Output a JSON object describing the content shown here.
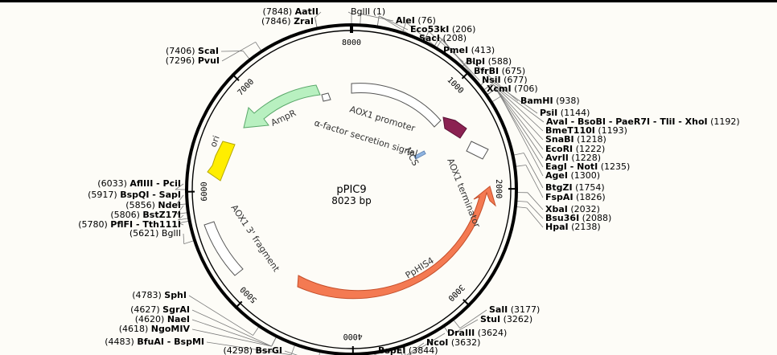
{
  "plasmid": {
    "name": "pPIC9",
    "size": "8023 bp"
  },
  "ticks": [
    "8000",
    "1000",
    "2000",
    "3000",
    "4000",
    "5000",
    "6000",
    "7000"
  ],
  "features": [
    {
      "label": "AOX1 promoter",
      "kind": "outline"
    },
    {
      "label": "α-factor secretion signal",
      "kind": "arrow",
      "color": "#8b2252"
    },
    {
      "label": "MCS",
      "kind": "box",
      "color": "#8fb4e0"
    },
    {
      "label": "AOX1 terminator",
      "kind": "outline"
    },
    {
      "label": "PpHIS4",
      "kind": "arrow",
      "color": "#f47a52"
    },
    {
      "label": "AOX1 3' fragment",
      "kind": "outline"
    },
    {
      "label": "ori",
      "kind": "arrow",
      "color": "#ffee00"
    },
    {
      "label": "AmpR",
      "kind": "arrow",
      "color": "#b8f0c0"
    }
  ],
  "sites_right": [
    {
      "name": "AatII",
      "pos": "(7848)"
    },
    {
      "name": "ZraI",
      "pos": "(7846)"
    },
    {
      "name": "BglII",
      "pos": "(1)"
    },
    {
      "name": "AleI",
      "pos": "(76)"
    },
    {
      "name": "Eco53kI",
      "pos": "(206)"
    },
    {
      "name": "SacI",
      "pos": "(208)"
    },
    {
      "name": "PmeI",
      "pos": "(413)"
    },
    {
      "name": "BlpI",
      "pos": "(588)"
    },
    {
      "name": "BfrBI",
      "pos": "(675)"
    },
    {
      "name": "NsiI",
      "pos": "(677)"
    },
    {
      "name": "XcmI",
      "pos": "(706)"
    },
    {
      "name": "BamHI",
      "pos": "(938)"
    },
    {
      "name": "PsiI",
      "pos": "(1144)"
    },
    {
      "name": "AvaI - BsoBI - PaeR7I - TliI - XhoI",
      "pos": "(1192)"
    },
    {
      "name": "BmeT110I",
      "pos": "(1193)"
    },
    {
      "name": "SnaBI",
      "pos": "(1218)"
    },
    {
      "name": "EcoRI",
      "pos": "(1222)"
    },
    {
      "name": "AvrII",
      "pos": "(1228)"
    },
    {
      "name": "EagI - NotI",
      "pos": "(1235)"
    },
    {
      "name": "AgeI",
      "pos": "(1300)"
    },
    {
      "name": "BtgZI",
      "pos": "(1754)"
    },
    {
      "name": "FspAI",
      "pos": "(1826)"
    },
    {
      "name": "XbaI",
      "pos": "(2032)"
    },
    {
      "name": "Bsu36I",
      "pos": "(2088)"
    },
    {
      "name": "HpaI",
      "pos": "(2138)"
    },
    {
      "name": "SalI",
      "pos": "(3177)"
    },
    {
      "name": "StuI",
      "pos": "(3262)"
    },
    {
      "name": "DraIII",
      "pos": "(3624)"
    },
    {
      "name": "NcoI",
      "pos": "(3632)"
    },
    {
      "name": "BspEI",
      "pos": "(3844)"
    }
  ],
  "sites_left": [
    {
      "name": "ScaI",
      "pos": "(7406)"
    },
    {
      "name": "PvuI",
      "pos": "(7296)"
    },
    {
      "name": "AflIII - PciI",
      "pos": "(6033)"
    },
    {
      "name": "BspQI - SapI",
      "pos": "(5917)"
    },
    {
      "name": "NdeI",
      "pos": "(5856)"
    },
    {
      "name": "BstZ17I",
      "pos": "(5806)"
    },
    {
      "name": "PflFI - Tth111I",
      "pos": "(5780)"
    },
    {
      "name": "BglII",
      "pos": "(5621)"
    },
    {
      "name": "SphI",
      "pos": "(4783)"
    },
    {
      "name": "SgrAI",
      "pos": "(4627)"
    },
    {
      "name": "NaeI",
      "pos": "(4620)"
    },
    {
      "name": "NgoMIV",
      "pos": "(4618)"
    },
    {
      "name": "BfuAI - BspMI",
      "pos": "(4483)"
    },
    {
      "name": "BsrGI",
      "pos": "(4298)"
    }
  ]
}
